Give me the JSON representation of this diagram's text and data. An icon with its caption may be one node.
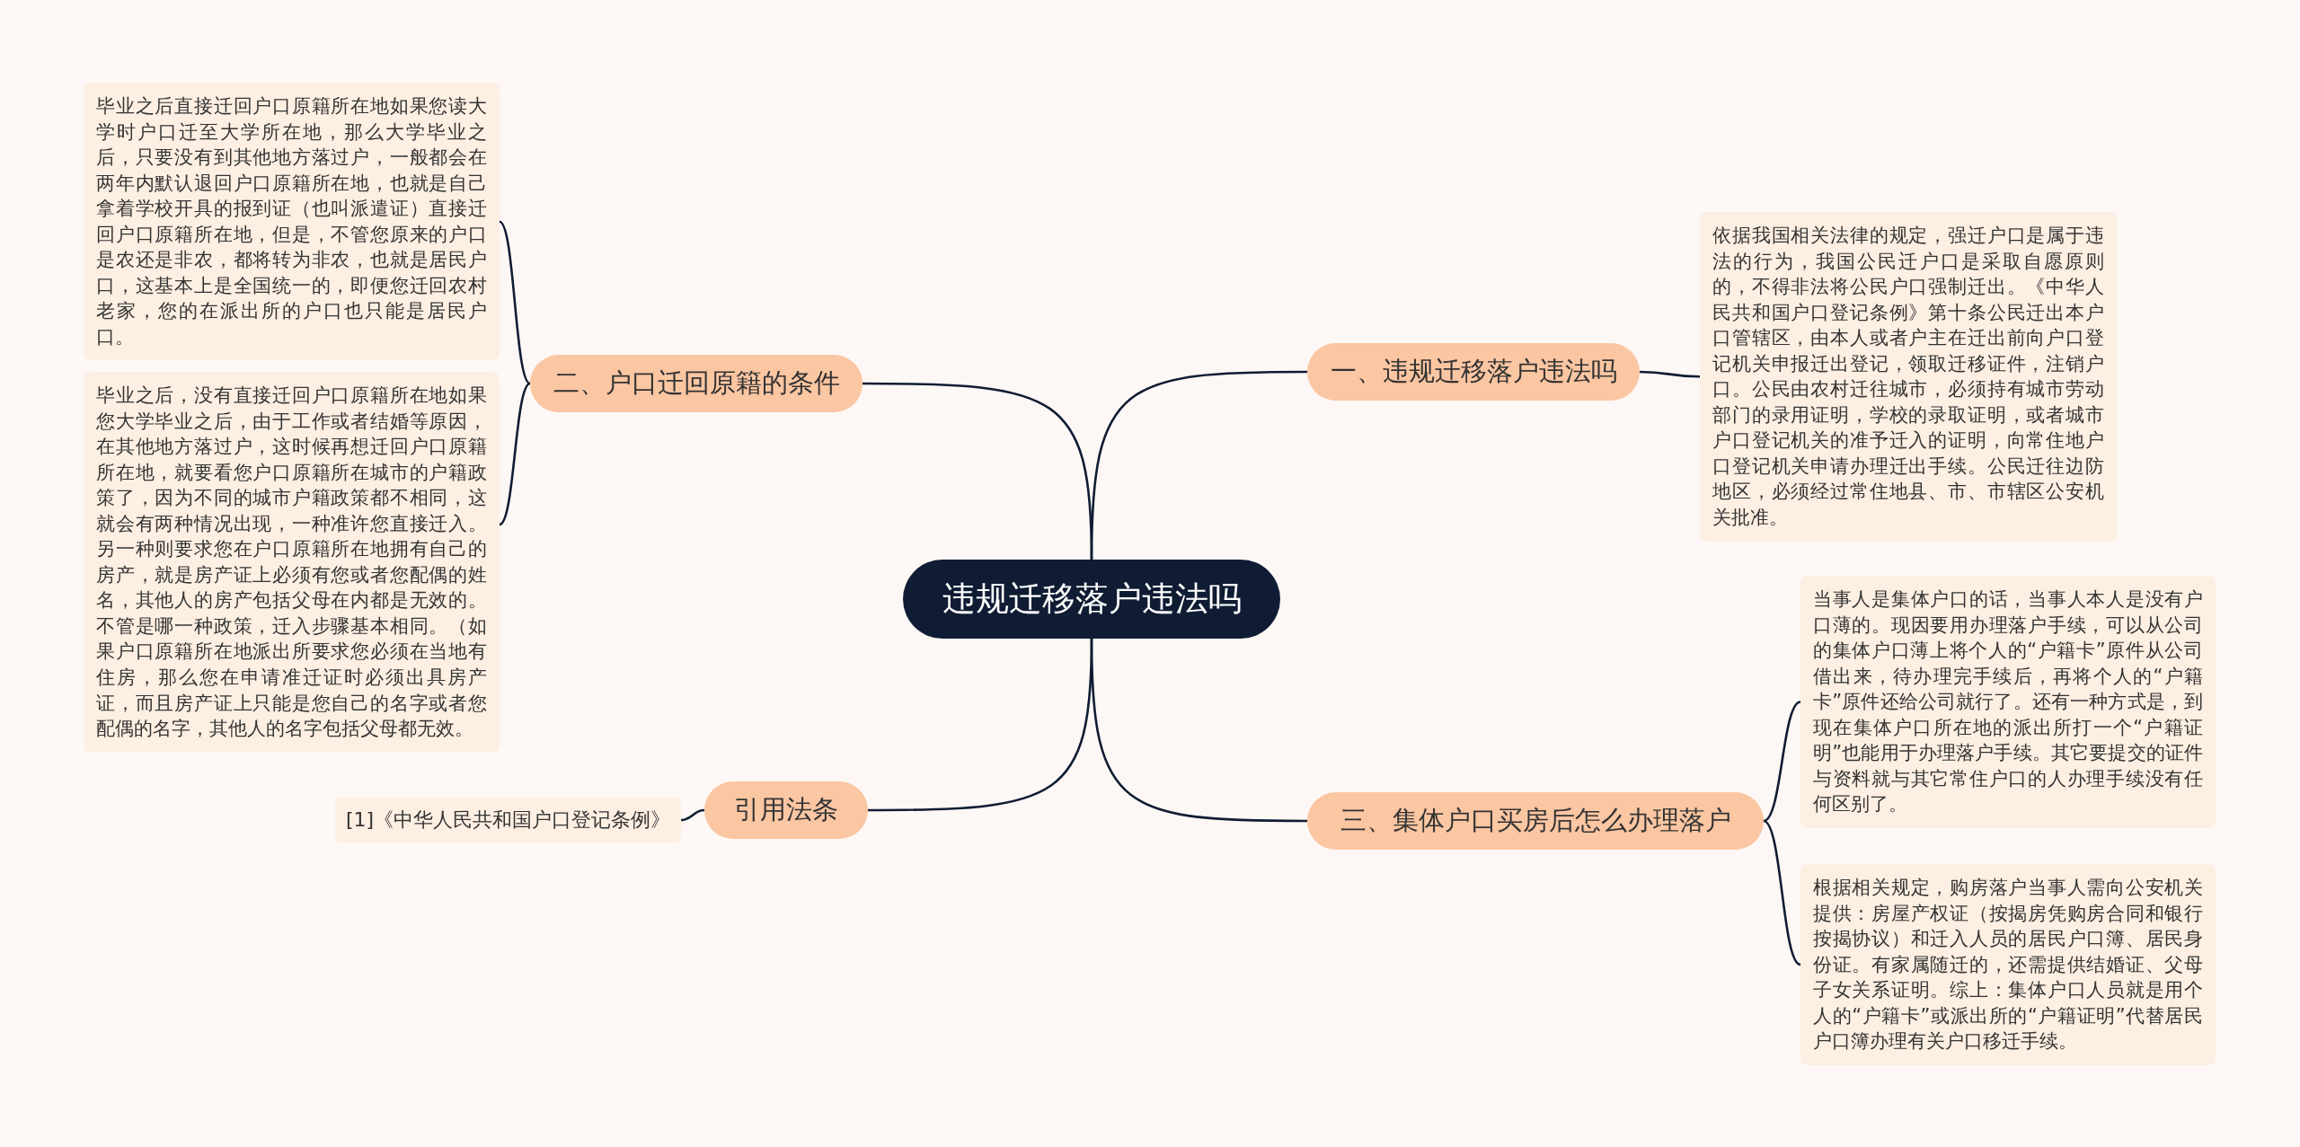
{
  "diagram": {
    "nodes": [
      {
        "text": [
          "违规迁移落户违法吗"
        ]
      },
      {
        "text": [
          "一、违规迁移落户违法吗"
        ]
      },
      {
        "text": [
          "依据我国相关法律的规定，强迁户口是属于违法的行为，我国公民迁户口是采取自愿原则的，不得非法将公民户口强制迁出。《中华人民共和国户口登记条例》第十条公民迁出本户口管辖区，由本人或者户主在迁出前向户口登记机关申报迁出登记，领取迁移证件，注销户口。公民由农村迁往城市，必须持有城市劳动部门的录用证明，学校的录取证明，或者城市户口登记机关的准予迁入的证明，向常住地户口登记机关申请办理迁出手续。公民迁往边防地区，必须经过常住地县、市、市辖区公安机关批准。"
        ]
      },
      {
        "text": [
          "二、户口迁回原籍的条件"
        ]
      },
      {
        "text": [
          "毕业之后直接迁回户口原籍所在地如果您读大学时户口迁至大学所在地，那么大学毕业之后，只要没有到其他地方落过户，一般都会在两年内默认退回户口原籍所在地，也就是自己拿着学校开具的报到证（也叫派遣证）直接迁回户口原籍所在地，但是，不管您原来的户口是农还是非农，都将转为非农，也就是居民户口，这基本上是全国统一的，即便您迁回农村老家，您的在派出所的户口也只能是居民户口。"
        ]
      },
      {
        "text": [
          "毕业之后，没有直接迁回户口原籍所在地如果您大学毕业之后，由于工作或者结婚等原因，在其他地方落过户，这时候再想迁回户口原籍所在地，就要看您户口原籍所在城市的户籍政策了，因为不同的城市户籍政策都不相同，这就会有两种情况出现，一种准许您直接迁入。另一种则要求您在户口原籍所在地拥有自己的房产，就是房产证上必须有您或者您配偶的姓名，其他人的房产包括父母在内都是无效的。不管是哪一种政策，迁入步骤基本相同。（如果户口原籍所在地派出所要求您必须在当地有住房，那么您在申请准迁证时必须出具房产证，而且房产证上只能是您自己的名字或者您配偶的名字，其他人的名字包括父母都无效。"
        ]
      },
      {
        "text": [
          "三、集体户口买房后怎么办理落户"
        ]
      },
      {
        "text": [
          "当事人是集体户口的话，当事人本人是没有户口薄的。现因要用办理落户手续，可以从公司的集体户口薄上将个人的“户籍卡”原件从公司借出来，待办理完手续后，再将个人的“户籍卡”原件还给公司就行了。还有一种方式是，到现在集体户口所在地的派出所打一个“户籍证明”也能用于办理落户手续。其它要提交的证件与资料就与其它常住户口的人办理手续没有任何区别了。"
        ]
      },
      {
        "text": [
          "根据相关规定，购房落户当事人需向公安机关提供：房屋产权证（按揭房凭购房合同和银行按揭协议）和迁入人员的居民户口簿、居民身份证。有家属随迁的，还需提供结婚证、父母子女关系证明。综上：集体户口人员就是用个人的“户籍卡”或派出所的“户籍证明”代替居民户口簿办理有关户口移迁手续。"
        ]
      },
      {
        "text": [
          "引用法条"
        ]
      },
      {
        "text": [
          "[1]《中华人民共和国户口登记条例》"
        ]
      }
    ],
    "edges": [
      {
        "from": 0,
        "to": 1,
        "arrow": "none"
      },
      {
        "from": 1,
        "to": 2,
        "arrow": "none"
      },
      {
        "from": 0,
        "to": 3,
        "arrow": "none"
      },
      {
        "from": 3,
        "to": 4,
        "arrow": "none"
      },
      {
        "from": 3,
        "to": 5,
        "arrow": "none"
      },
      {
        "from": 0,
        "to": 6,
        "arrow": "none"
      },
      {
        "from": 6,
        "to": 7,
        "arrow": "none"
      },
      {
        "from": 6,
        "to": 8,
        "arrow": "none"
      },
      {
        "from": 0,
        "to": 9,
        "arrow": "none"
      },
      {
        "from": 9,
        "to": 10,
        "arrow": "none"
      }
    ]
  }
}
